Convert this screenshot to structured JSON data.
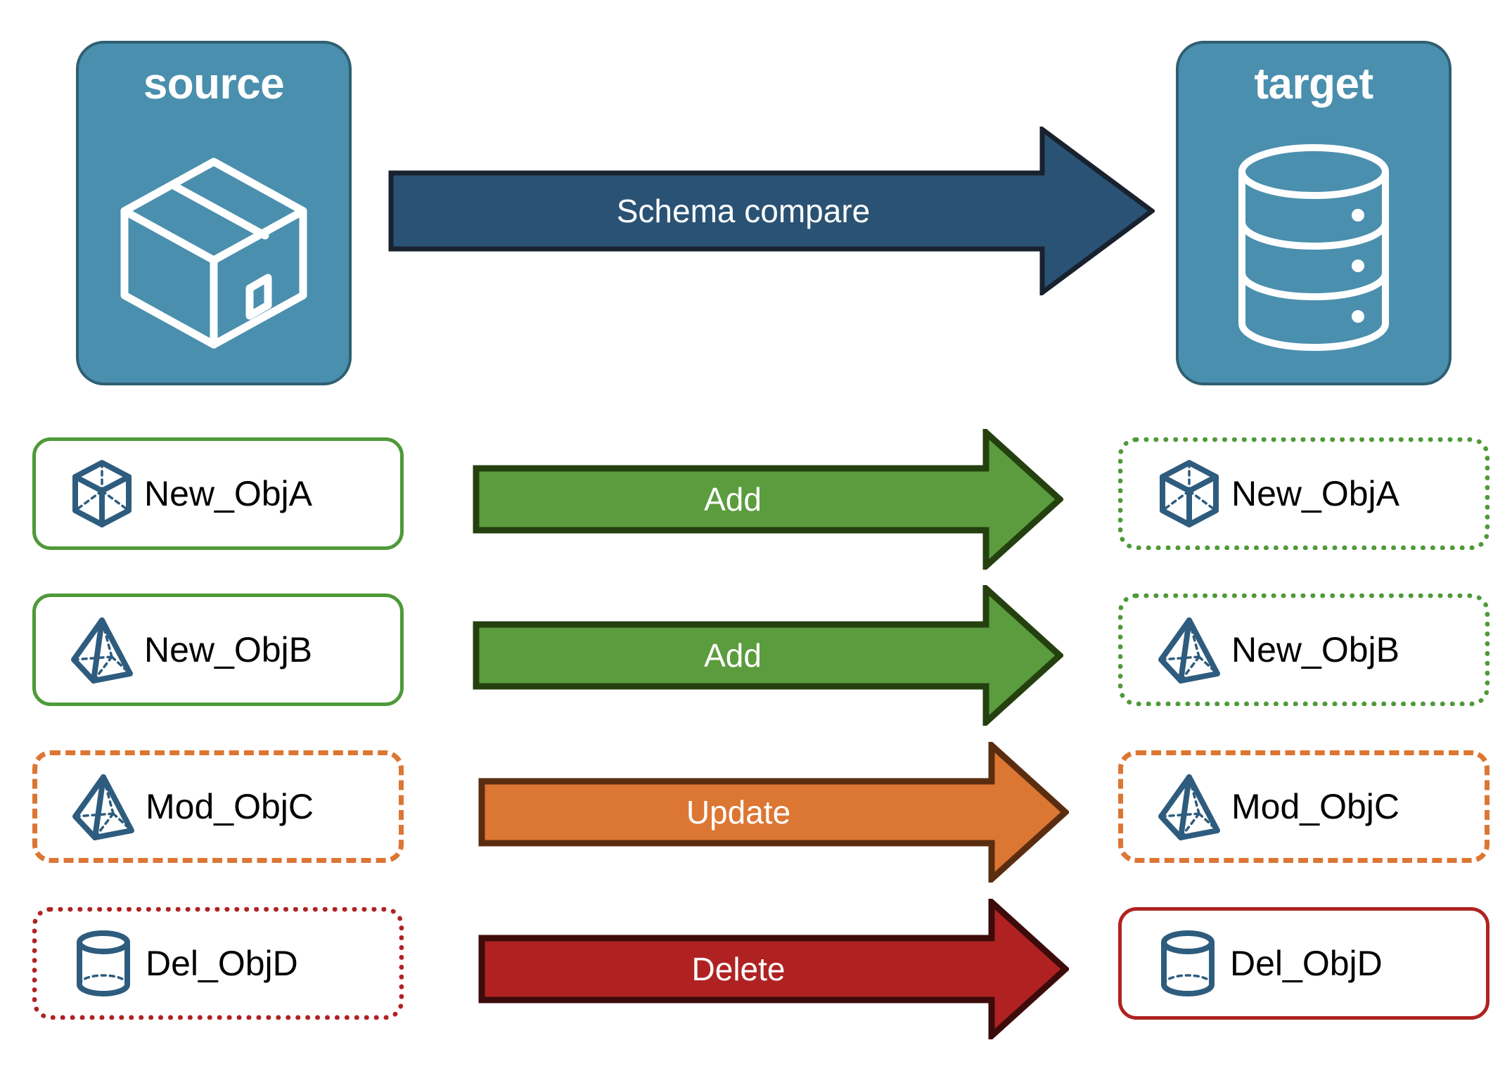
{
  "endpoints": {
    "source": {
      "title": "source",
      "icon": "package-box-icon"
    },
    "target": {
      "title": "target",
      "icon": "database-cylinder-icon"
    }
  },
  "main_arrow": {
    "label": "Schema compare",
    "fill": "#2A5274",
    "stroke": "#18222E",
    "text_color": "#FFFFFF"
  },
  "colors": {
    "endpoint_fill": "#4A8FAE",
    "endpoint_border": "#2F5F72",
    "object_icon": "#2E5C7E",
    "add": "#5B9C3E",
    "add_border": "#24400F",
    "update": "#DC7633",
    "update_border": "#5B2D10",
    "delete": "#B02222",
    "delete_border": "#3E0B0B",
    "new_box_border": "#4E9A38",
    "mod_box_border": "#DC7633",
    "del_box_border": "#B02222"
  },
  "rows": [
    {
      "change": "add",
      "action_label": "Add",
      "arrow_fill": "#5B9C3E",
      "arrow_stroke": "#24400F",
      "source": {
        "name": "New_ObjA",
        "icon": "wireframe-cube-icon",
        "border_style": "bd-solid-green"
      },
      "target": {
        "name": "New_ObjA",
        "icon": "wireframe-cube-icon",
        "border_style": "bd-dotted-green"
      }
    },
    {
      "change": "add",
      "action_label": "Add",
      "arrow_fill": "#5B9C3E",
      "arrow_stroke": "#24400F",
      "source": {
        "name": "New_ObjB",
        "icon": "wireframe-pyramid-icon",
        "border_style": "bd-solid-green"
      },
      "target": {
        "name": "New_ObjB",
        "icon": "wireframe-pyramid-icon",
        "border_style": "bd-dotted-green"
      }
    },
    {
      "change": "update",
      "action_label": "Update",
      "arrow_fill": "#DC7633",
      "arrow_stroke": "#5B2D10",
      "source": {
        "name": "Mod_ObjC",
        "icon": "wireframe-pyramid-icon",
        "border_style": "bd-dashed-orange"
      },
      "target": {
        "name": "Mod_ObjC",
        "icon": "wireframe-pyramid-icon",
        "border_style": "bd-dashed-orange"
      }
    },
    {
      "change": "delete",
      "action_label": "Delete",
      "arrow_fill": "#B02222",
      "arrow_stroke": "#3E0B0B",
      "source": {
        "name": "Del_ObjD",
        "icon": "wireframe-cylinder-icon",
        "border_style": "bd-dotted-red"
      },
      "target": {
        "name": "Del_ObjD",
        "icon": "wireframe-cylinder-icon",
        "border_style": "bd-solid-red"
      }
    }
  ]
}
